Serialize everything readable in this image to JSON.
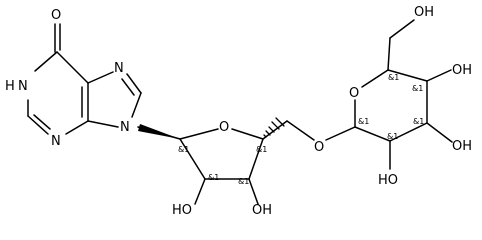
{
  "molecule": {
    "labels": {
      "o_carbonyl": "O",
      "nh_1": "H",
      "n_1": "N",
      "n_3": "N",
      "n_7": "N",
      "n_9": "N",
      "o_furanose_ring": "O",
      "o_glycosidic": "O",
      "o_pyranose_ring": "O",
      "oh_furanose_2": "HO",
      "oh_furanose_3": "OH",
      "oh_pyranose_ch2": "OH",
      "oh_pyranose_4": "OH",
      "oh_pyranose_3": "OH",
      "oh_pyranose_2": "HO"
    },
    "stereo_labels": {
      "c1_furanose": "&1",
      "c2_furanose": "&1",
      "c3_furanose": "&1",
      "c4_furanose": "&1",
      "c1_pyranose": "&1",
      "c2_pyranose": "&1",
      "c3_pyranose": "&1",
      "c4_pyranose": "&1",
      "c5_pyranose": "&1"
    }
  }
}
